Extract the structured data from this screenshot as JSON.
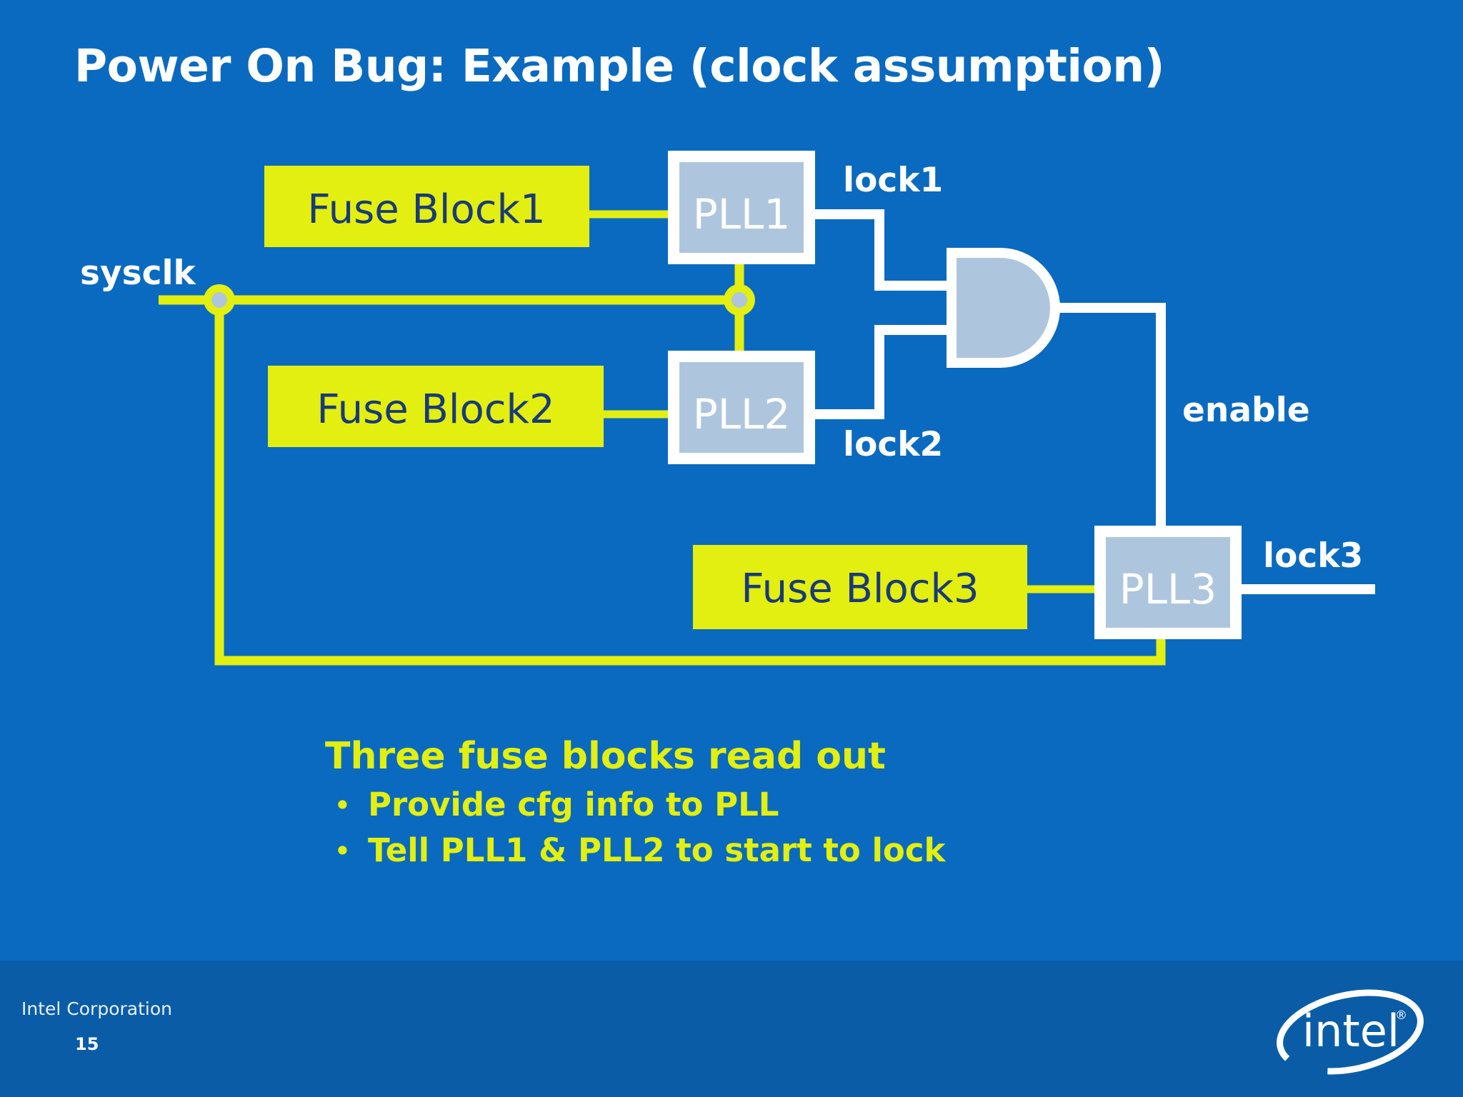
{
  "slide": {
    "title": "Power On Bug: Example (clock assumption)",
    "background_color": "#0a6ac0",
    "accent_yellow": "#e2ef10",
    "block_fill": "#aec6dd",
    "wire_white": "#ffffff",
    "text_navy": "#1a3a7a"
  },
  "diagram": {
    "signals": {
      "sysclk": "sysclk",
      "lock1": "lock1",
      "lock2": "lock2",
      "lock3": "lock3",
      "enable": "enable"
    },
    "fuse_blocks": [
      {
        "label": "Fuse Block1"
      },
      {
        "label": "Fuse Block2"
      },
      {
        "label": "Fuse Block3"
      }
    ],
    "plls": [
      {
        "label": "PLL1"
      },
      {
        "label": "PLL2"
      },
      {
        "label": "PLL3"
      }
    ],
    "gate": {
      "type": "and-gate",
      "label": ""
    }
  },
  "summary": {
    "heading": "Three fuse blocks read out",
    "bullets": [
      {
        "marker": "•",
        "text": "Provide cfg info to PLL"
      },
      {
        "marker": "•",
        "text": "Tell PLL1 & PLL2 to start to lock"
      }
    ]
  },
  "footer": {
    "company": "Intel Corporation",
    "page_number": "15",
    "logo_wordmark": "intel",
    "logo_trademark": "®"
  }
}
